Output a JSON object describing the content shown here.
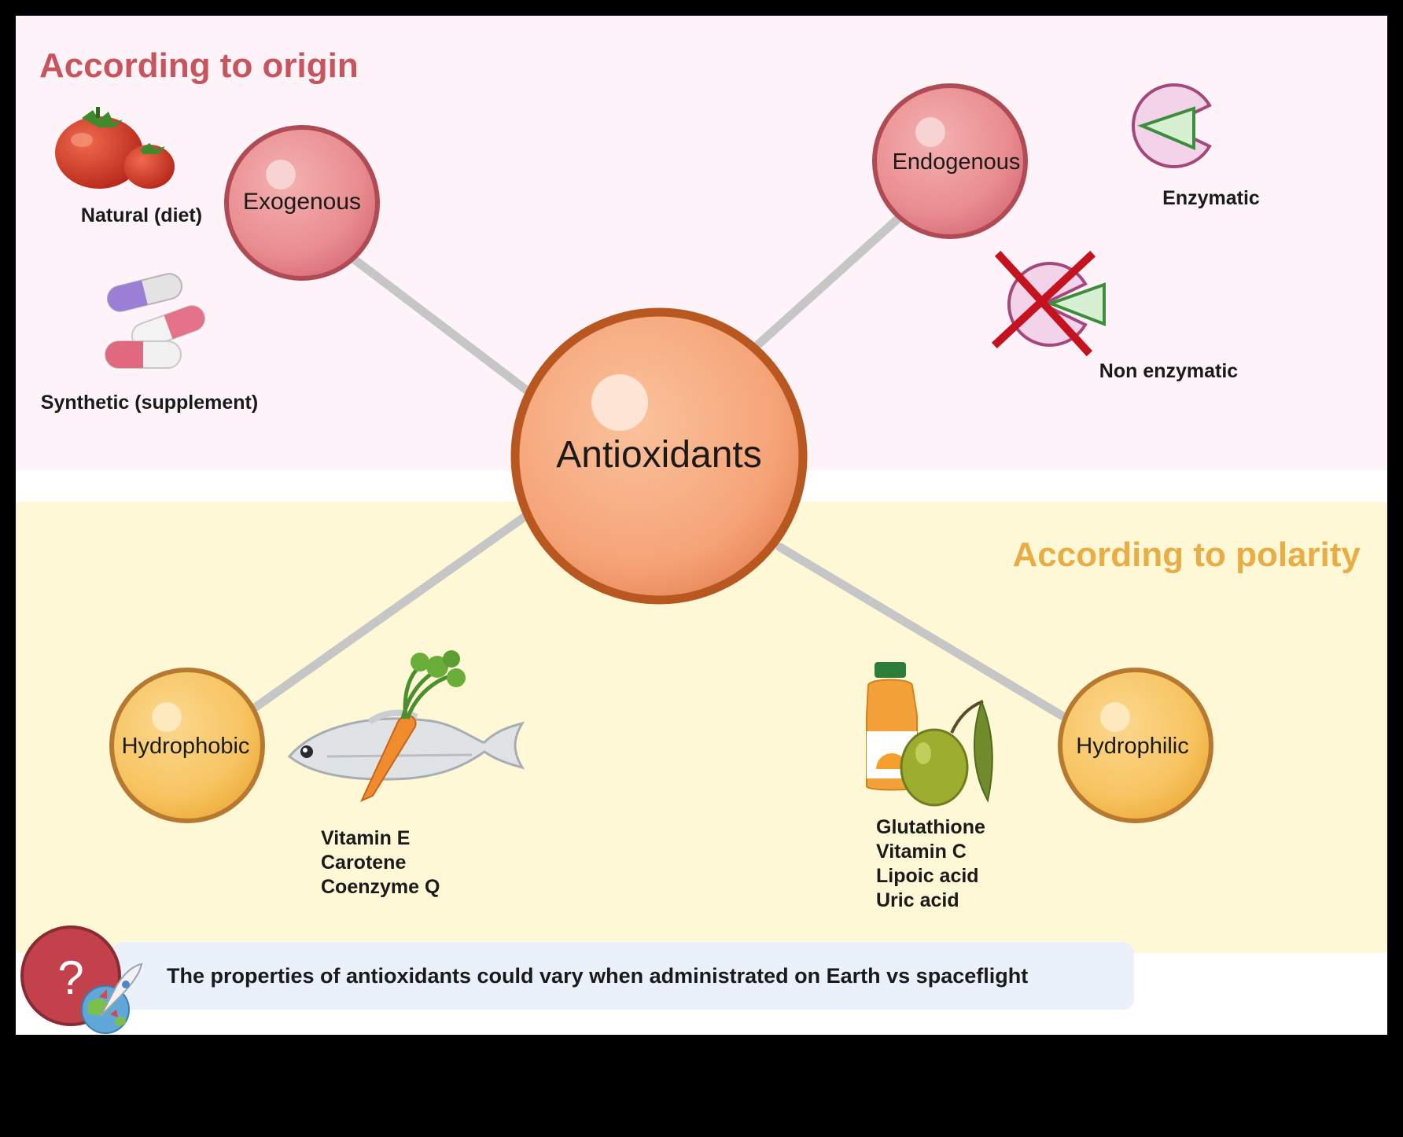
{
  "sections": {
    "origin_title": "According to origin",
    "polarity_title": "According to polarity"
  },
  "center_node": {
    "label": "Antioxidants"
  },
  "nodes": {
    "exogenous": "Exogenous",
    "endogenous": "Endogenous",
    "hydrophobic": "Hydrophobic",
    "hydrophilic": "Hydrophilic"
  },
  "captions": {
    "natural": "Natural (diet)",
    "synthetic": "Synthetic (supplement)",
    "enzymatic": "Enzymatic",
    "non_enzymatic": "Non enzymatic"
  },
  "hydrophobic_examples": [
    "Vitamin E",
    "Carotene",
    "Coenzyme Q"
  ],
  "hydrophilic_examples": [
    "Glutathione",
    "Vitamin C",
    "Lipoic acid",
    "Uric acid"
  ],
  "note": {
    "icon_glyph": "?",
    "text": "The properties of antioxidants could vary when administrated on Earth vs spaceflight"
  },
  "colors": {
    "origin_title": "#c8545e",
    "polarity_title": "#e8ad45",
    "origin_band": "#fdf3f8",
    "polarity_band": "#fff8d6",
    "connector": "#c6c6c6",
    "center_fill": "#f6a77c",
    "center_stroke": "#b8571f",
    "origin_node_fill": "#e88a8e",
    "origin_node_stroke": "#b04a55",
    "polarity_node_fill": "#f7c35f",
    "polarity_node_stroke": "#b7792f",
    "note_bar": "#eaf1fb",
    "note_badge": "#c2414b"
  },
  "icons": [
    "tomato-icon",
    "capsule-pill-icon",
    "enzyme-pacman-icon",
    "red-x-icon",
    "fish-icon",
    "carrot-icon",
    "juice-bottle-icon",
    "olive-icon",
    "rocket-icon",
    "earth-globe-icon"
  ]
}
